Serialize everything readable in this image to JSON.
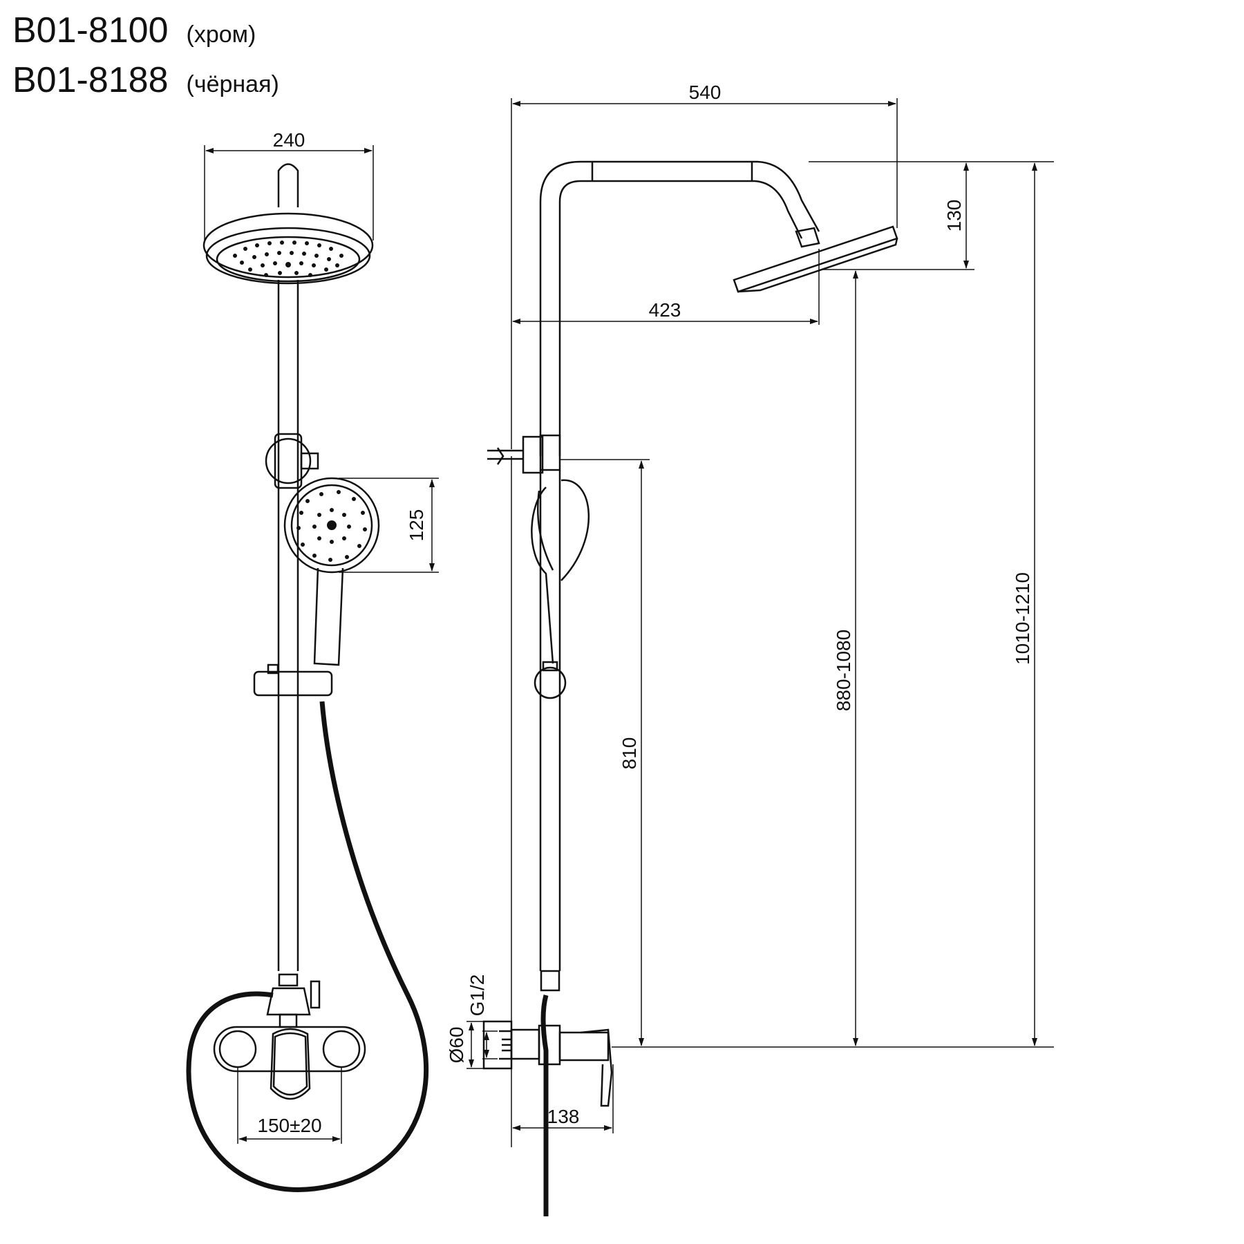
{
  "models": [
    {
      "code": "B01-8100",
      "finish": "(хром)"
    },
    {
      "code": "B01-8188",
      "finish": "(чёрная)"
    }
  ],
  "dimensions": {
    "head_diameter": "240",
    "overall_width": "540",
    "head_height": "130",
    "head_offset": "423",
    "hand_shower_diameter": "125",
    "slider_height": "810",
    "adjust_range": "880-1080",
    "total_height": "1010-1210",
    "inlet_spacing": "150±20",
    "mixer_depth": "138",
    "thread": "G1/2",
    "escutcheon": "Ø60"
  },
  "colors": {
    "line": "#111111",
    "background": "#ffffff"
  }
}
